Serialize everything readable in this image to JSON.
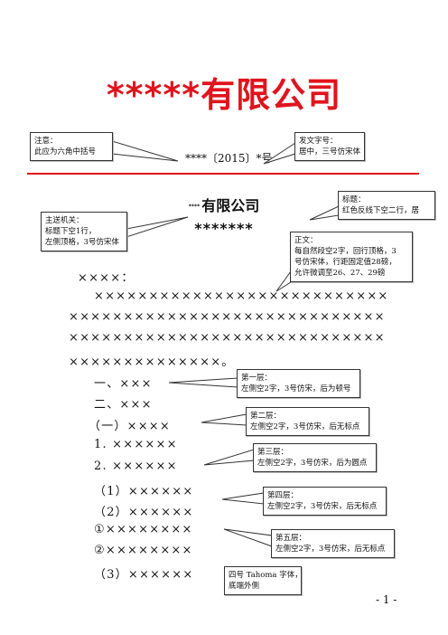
{
  "header": {
    "company_title": "*****有限公司",
    "doc_number": "****〔2015〕*号"
  },
  "title_block": {
    "prefix": "****",
    "main": "有限公司",
    "line2": "*******"
  },
  "body": {
    "recipient": "××××：",
    "paragraph": [
      "×××××××××××××××××××××××××××",
      "×××××××××××××××××××××××××××××",
      "×××××××××××××××××××××××××××××",
      "××××××××××××××。"
    ],
    "levels": [
      "一、×××",
      "二、×××",
      "（一）××××",
      "1. ××××××",
      "2. ××××××",
      "（1）××××××",
      "（2）××××××",
      "①××××××××",
      "②××××××××",
      "（3）××××××"
    ]
  },
  "callouts": {
    "note": [
      "注意：",
      "此应为六角中括号"
    ],
    "doc_number_font": [
      "发文字号：",
      "居中，三号仿宋体"
    ],
    "title_note": [
      "标题：",
      "红色反线下空二行，居"
    ],
    "recipient_note": [
      "主送机关：",
      "标题下空1行，",
      "左侧顶格，3号仿宋体"
    ],
    "body_note": [
      "正文：",
      "每自然段空2字，回行顶格，3",
      "号仿宋体，行距固定值28磅，",
      "允许微调至26、27、29磅"
    ],
    "level1": [
      "第一层：",
      "左侧空2字，3号仿宋，后为顿号"
    ],
    "level2": [
      "第二层：",
      "左侧空2字，3号仿宋，后无标点"
    ],
    "level3": [
      "第三层：",
      "左侧空2字，3号仿宋，后为圆点"
    ],
    "level4": [
      "第四层：",
      "左侧空2字，3号仿宋，后无标点"
    ],
    "level5": [
      "第五层：",
      "左侧空2字，3号仿宋，后无标点"
    ],
    "page_number_note": [
      "四号 Tahoma 字体，",
      "底端外侧"
    ]
  },
  "footer": {
    "page_number": "- 1 -"
  }
}
